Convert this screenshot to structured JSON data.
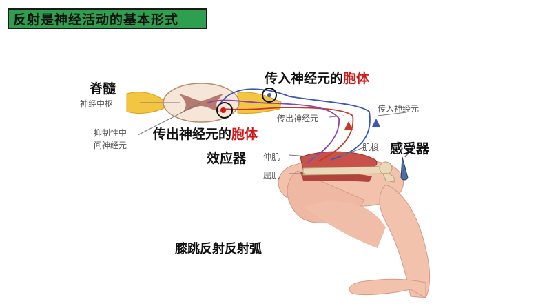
{
  "title": "反射是神经活动的基本形式",
  "labels": {
    "spinal_cord": "脊髓",
    "nerve_center": "神经中枢",
    "interneuron_line1": "抑制性中",
    "interneuron_line2": "间神经元",
    "afferent_body_prefix": "传入神经元的",
    "afferent_body_suffix": "胞体",
    "efferent_body_prefix": "传出神经元的",
    "efferent_body_suffix": "胞体",
    "efferent_neuron": "传出神经元",
    "afferent_neuron": "传入神经元",
    "effector": "效应器",
    "extensor": "伸肌",
    "flexor": "屈肌",
    "spindle": "肌梭",
    "receptor": "感受器"
  },
  "caption": "膝跳反射反射弧",
  "colors": {
    "title_bg": "#2e9e4f",
    "highlight": "#d21919",
    "afferent_nerve": "#3b56b8",
    "efferent_nerve": "#c0392b",
    "inter_nerve": "#8e44ad",
    "skin": "#f2c2ad",
    "muscle": "#c8524a",
    "bone": "#ead9b8",
    "spinal_grey": "#b57b6e"
  }
}
